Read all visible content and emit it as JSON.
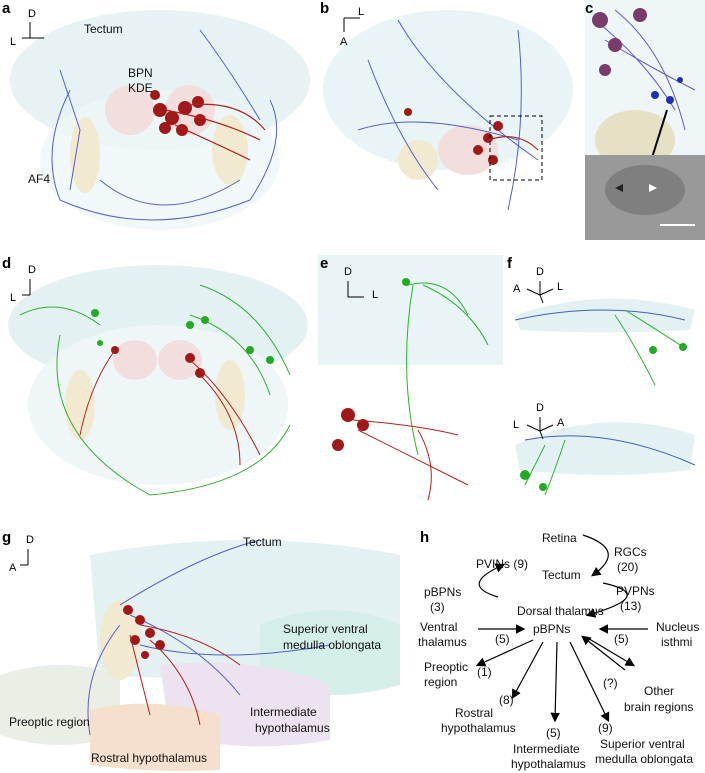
{
  "panels": {
    "a": {
      "label": "a",
      "tectum": "Tectum",
      "bpn": "BPN",
      "kde": "KDE",
      "af4": "AF4",
      "axis_up": "D",
      "axis_side": "L"
    },
    "b": {
      "label": "b",
      "axis_side": "L",
      "axis_down": "A"
    },
    "c": {
      "label": "c"
    },
    "d": {
      "label": "d",
      "axis_up": "D",
      "axis_side": "L"
    },
    "e": {
      "label": "e",
      "axis_up": "D",
      "axis_side": "L"
    },
    "f": {
      "label": "f",
      "top_up": "D",
      "top_left": "A",
      "top_right": "L",
      "bottom_up": "D",
      "bottom_left": "L",
      "bottom_right": "A"
    },
    "g": {
      "label": "g",
      "axis_up": "D",
      "axis_side": "A",
      "tectum": "Tectum",
      "svmo1": "Superior ventral",
      "svmo2": "medulla oblongata",
      "preoptic": "Preoptic region",
      "inter1": "Intermediate",
      "inter2": "hypothalamus",
      "rostral": "Rostral hypothalamus"
    },
    "h": {
      "label": "h",
      "nodes": {
        "retina": "Retina",
        "tectum": "Tectum",
        "dorsal_thalamus": "Dorsal thalamus",
        "pbpns_center": "pBPNs",
        "pvins": "PVINs (9)",
        "pbpns_left1": "pBPNs",
        "pbpns_left2": "(3)",
        "rgcs1": "RGCs",
        "rgcs2": "(20)",
        "pvpns1": "PVPNs",
        "pvpns2": "(13)",
        "ventral1": "Ventral",
        "ventral2": "thalamus",
        "ventral_n": "(5)",
        "nucleus1": "Nucleus",
        "nucleus2": "isthmi",
        "nucleus_n": "(5)",
        "preoptic1": "Preoptic",
        "preoptic2": "region",
        "preoptic_n": "(1)",
        "rostral1": "Rostral",
        "rostral2": "hypothalamus",
        "rostral_n": "(8)",
        "inter1": "Intermediate",
        "inter2": "hypothalamus",
        "inter_n": "(5)",
        "svmo1": "Superior ventral",
        "svmo2": "medulla oblongata",
        "svmo_n": "(9)",
        "other1": "Other",
        "other2": "brain regions",
        "other_n": "(?)"
      }
    }
  }
}
